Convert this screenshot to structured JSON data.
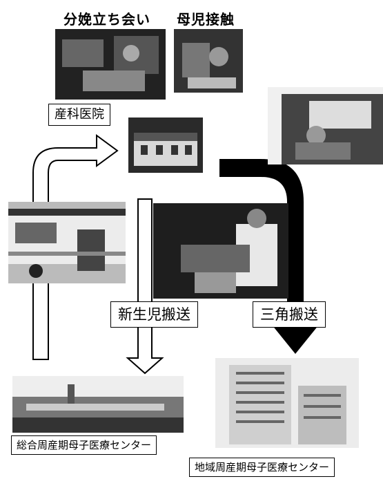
{
  "headings": {
    "delivery_attendance": "分娩立ち会い",
    "mother_child_contact": "母児接触"
  },
  "labels": {
    "obstetric_clinic": "産科医院",
    "neonatal_transport": "新生児搬送",
    "triangular_transport": "三角搬送",
    "general_center": "総合周産期母子医療センター",
    "regional_center": "地域周産期母子医療センター"
  },
  "colors": {
    "black_arrow": "#000000",
    "outline_arrow": "#000000",
    "background": "#ffffff"
  }
}
